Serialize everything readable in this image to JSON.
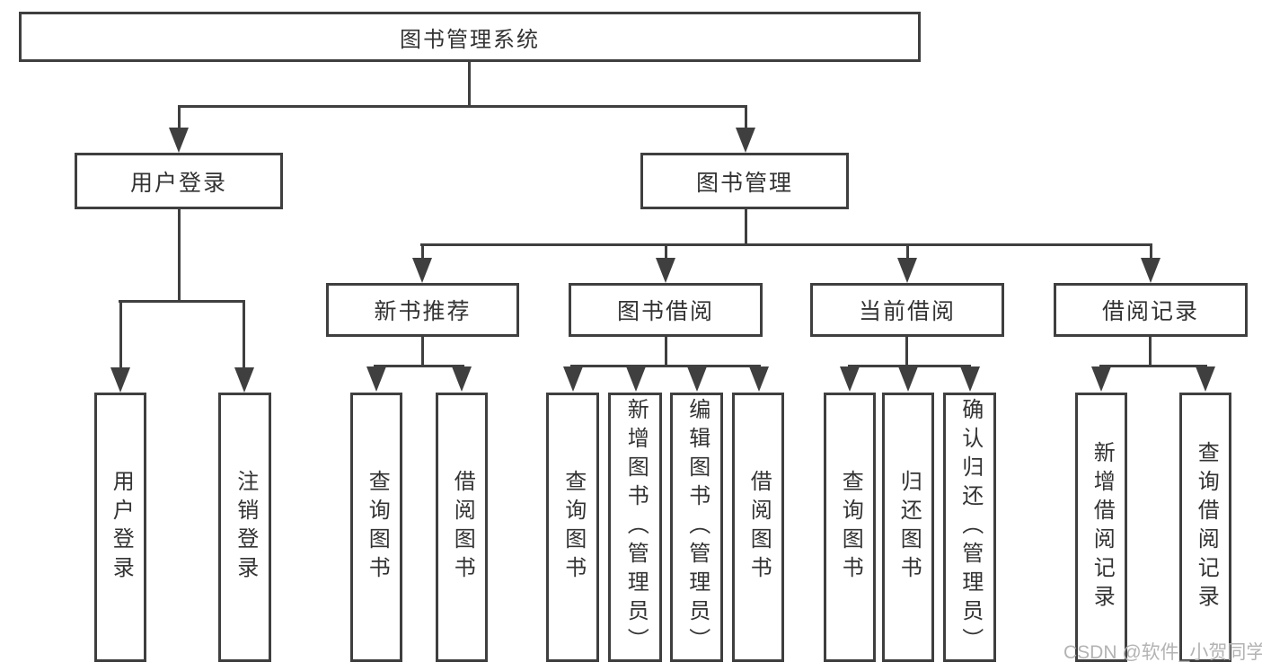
{
  "tree": {
    "root": "图书管理系统",
    "branches": [
      {
        "label": "用户登录",
        "children": [
          "用户登录",
          "注销登录"
        ]
      },
      {
        "label": "图书管理",
        "groups": [
          {
            "label": "新书推荐",
            "children": [
              "查询图书",
              "借阅图书"
            ]
          },
          {
            "label": "图书借阅",
            "children": [
              "查询图书",
              "新增图书（管理员）",
              "编辑图书（管理员）",
              "借阅图书"
            ]
          },
          {
            "label": "当前借阅",
            "children": [
              "查询图书",
              "归还图书",
              "确认归还（管理员）"
            ]
          },
          {
            "label": "借阅记录",
            "children": [
              "新增借阅记录",
              "查询借阅记录"
            ]
          }
        ]
      }
    ]
  },
  "watermark": "CSDN @软件_小贺同学",
  "colors": {
    "line": "#3f3f3f",
    "box_border": "#3f3f3f",
    "text": "#333333",
    "background": "#ffffff",
    "watermark": "#b3b3b3"
  }
}
